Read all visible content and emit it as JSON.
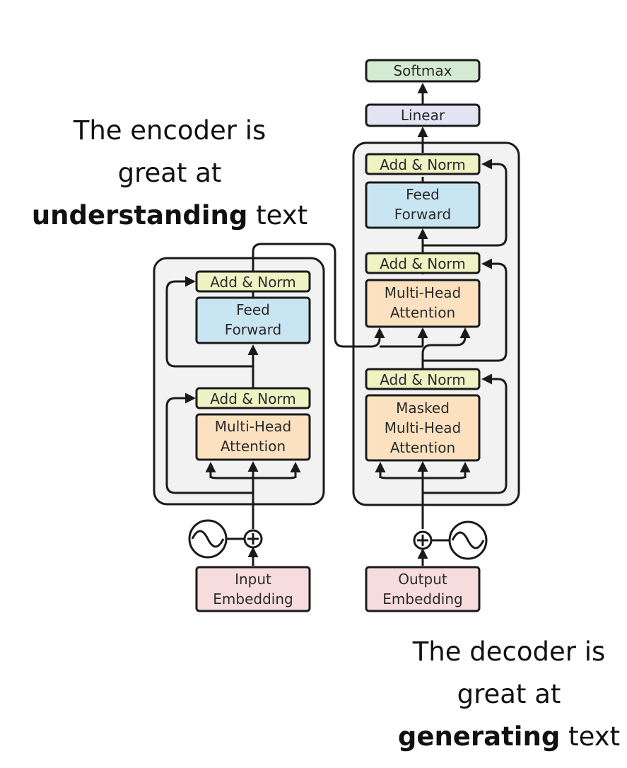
{
  "encoder_caption": {
    "line1": "The encoder is",
    "line2": "great at",
    "bold": "understanding",
    "rest": " text"
  },
  "decoder_caption": {
    "line1": "The decoder is",
    "line2": "great at",
    "bold": "generating",
    "rest": " text"
  },
  "encoder": {
    "add_norm_top": "Add & Norm",
    "feed_forward": [
      "Feed",
      "Forward"
    ],
    "add_norm_bottom": "Add & Norm",
    "attention": [
      "Multi-Head",
      "Attention"
    ],
    "embedding": [
      "Input",
      "Embedding"
    ]
  },
  "decoder": {
    "softmax": "Softmax",
    "linear": "Linear",
    "add_norm_top": "Add & Norm",
    "feed_forward": [
      "Feed",
      "Forward"
    ],
    "add_norm_mid": "Add & Norm",
    "cross_attention": [
      "Multi-Head",
      "Attention"
    ],
    "add_norm_bottom": "Add & Norm",
    "masked_attention": [
      "Masked",
      "Multi-Head",
      "Attention"
    ],
    "embedding": [
      "Output",
      "Embedding"
    ]
  },
  "colors": {
    "softmax": "#d5ead2",
    "linear": "#e3e3f3",
    "add_norm": "#eef3c4",
    "feed_forward": "#c9e5f1",
    "attention": "#fbe1c0",
    "embedding": "#f6dcdc",
    "block_bg": "#f2f2f2",
    "stroke": "#1a1a1a"
  }
}
